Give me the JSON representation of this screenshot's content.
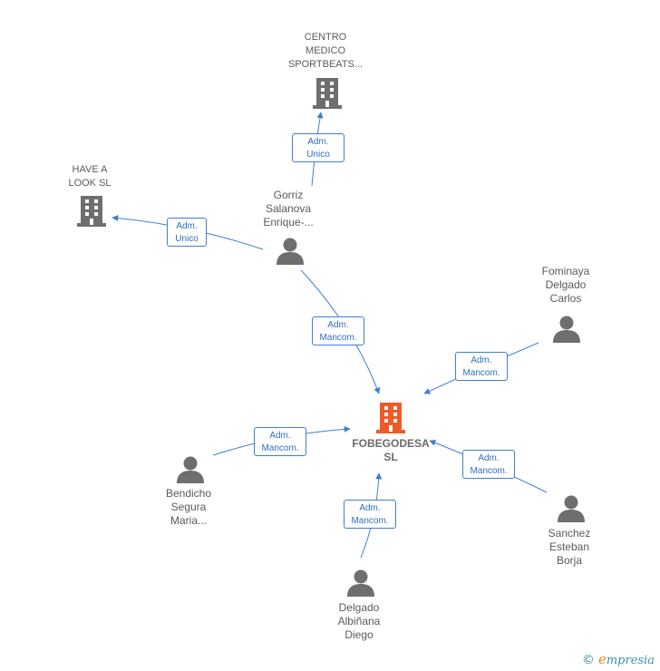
{
  "colors": {
    "company": "#6e6e6e",
    "center_company": "#f05a28",
    "person": "#6e6e6e",
    "edge": "#3f7fd0"
  },
  "nodes": {
    "centro": {
      "label": "CENTRO\nMEDICO\nSPORTBEATS...",
      "icon": "building-icon"
    },
    "have_a_look": {
      "label": "HAVE A\nLOOK SL",
      "icon": "building-icon"
    },
    "center": {
      "label": "FOBEGODESA\nSL",
      "icon": "building-icon"
    },
    "gorriz": {
      "label": "Gorriz\nSalanova\nEnrique-...",
      "icon": "person-icon"
    },
    "fominaya": {
      "label": "Fominaya\nDelgado\nCarlos",
      "icon": "person-icon"
    },
    "bendicho": {
      "label": "Bendicho\nSegura\nMaria...",
      "icon": "person-icon"
    },
    "sanchez": {
      "label": "Sanchez\nEsteban\nBorja",
      "icon": "person-icon"
    },
    "delgado": {
      "label": "Delgado\nAlbiñana\nDiego",
      "icon": "person-icon"
    }
  },
  "edges": {
    "gorriz_centro": "Adm.\nUnico",
    "gorriz_havealook": "Adm.\nUnico",
    "gorriz_center": "Adm.\nMancom.",
    "fominaya_center": "Adm.\nMancom.",
    "bendicho_center": "Adm.\nMancom.",
    "sanchez_center": "Adm.\nMancom.",
    "delgado_center": "Adm.\nMancom."
  },
  "footer": {
    "copyright": "©",
    "brand_initial": "e",
    "brand_rest": "mpresia"
  }
}
